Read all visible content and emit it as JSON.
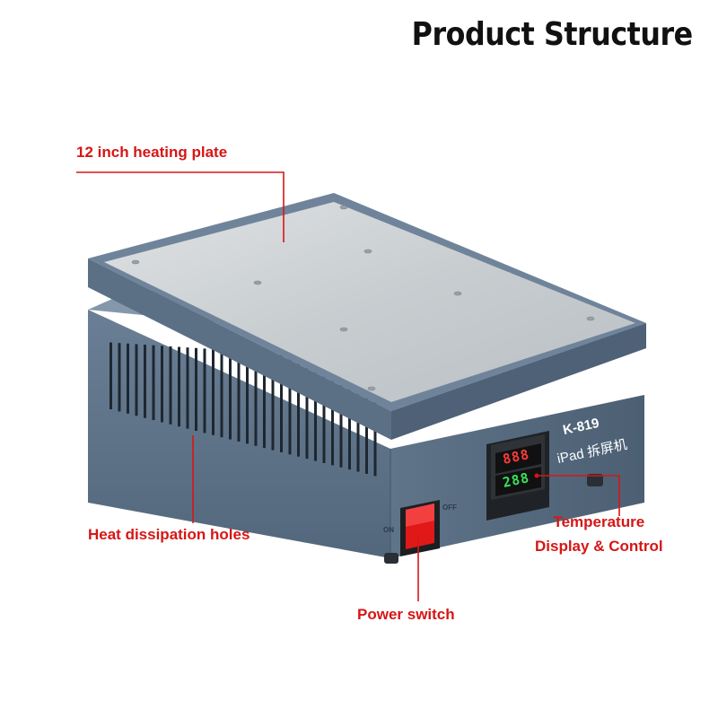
{
  "title": "Product Structure",
  "callouts": {
    "heating_plate": "12 inch heating plate",
    "heat_holes": "Heat dissipation holes",
    "temperature_line1": "Temperature",
    "temperature_line2": "Display & Control",
    "power_switch": "Power switch"
  },
  "device": {
    "model": "K-819",
    "subtitle": "iPad 拆屏机",
    "display_top": "888",
    "display_bottom": "288",
    "switch_on": "ON",
    "switch_off": "OFF"
  },
  "colors": {
    "callout": "#d61616",
    "body": "#5f7388",
    "plate": "#cfd3d6"
  }
}
